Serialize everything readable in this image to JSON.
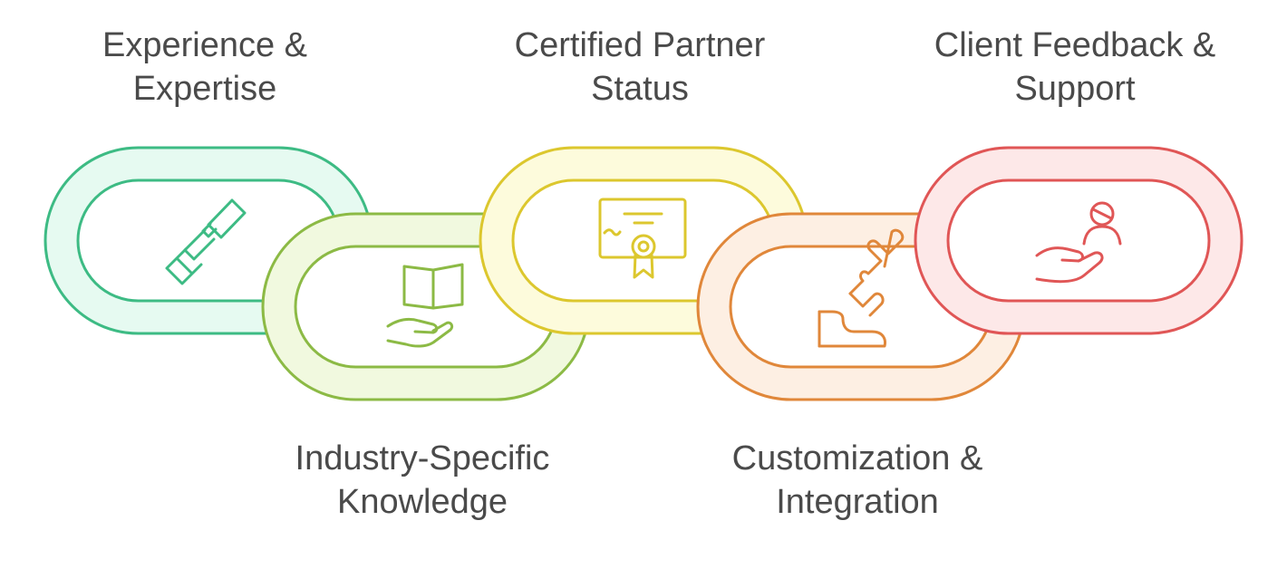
{
  "links": [
    {
      "line1": "Experience &",
      "line2": "Expertise",
      "icon": "telescope-icon",
      "stroke": "#3dbb84",
      "fill": "#e6faf1"
    },
    {
      "line1": "Industry-Specific",
      "line2": "Knowledge",
      "icon": "book-in-hand-icon",
      "stroke": "#8cba45",
      "fill": "#f1f9df"
    },
    {
      "line1": "Certified Partner",
      "line2": "Status",
      "icon": "certificate-icon",
      "stroke": "#dcc72e",
      "fill": "#fdfbdc"
    },
    {
      "line1": "Customization &",
      "line2": "Integration",
      "icon": "puzzle-piece-icon",
      "stroke": "#e0873a",
      "fill": "#fdefe3"
    },
    {
      "line1": "Client Feedback &",
      "line2": "Support",
      "icon": "hand-with-person-icon",
      "stroke": "#e05656",
      "fill": "#fde8e8"
    }
  ]
}
